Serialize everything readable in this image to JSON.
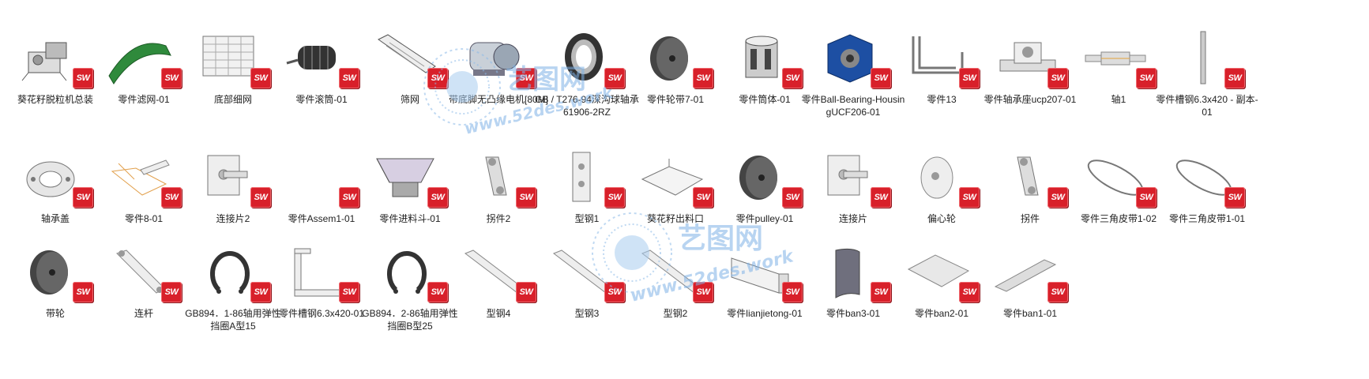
{
  "watermark": {
    "title": "艺图网",
    "url": "www.52des.work"
  },
  "badge": {
    "text": "SW",
    "color": "#d8202a"
  },
  "files": [
    {
      "label": "葵花籽脱粒机总装",
      "icon": "assembly-icon"
    },
    {
      "label": "零件滤网-01",
      "icon": "curved-mesh-icon"
    },
    {
      "label": "底部细网",
      "icon": "flat-mesh-icon"
    },
    {
      "label": "零件滚筒-01",
      "icon": "drum-icon"
    },
    {
      "label": "筛网",
      "icon": "sieve-icon"
    },
    {
      "label": "带底脚无凸缘电机[80M]",
      "icon": "motor-icon"
    },
    {
      "label": "GB / T276-94深沟球轴承61906-2RZ",
      "icon": "bearing-icon"
    },
    {
      "label": "零件轮带7-01",
      "icon": "pulley-icon"
    },
    {
      "label": "零件筒体-01",
      "icon": "cylinder-icon"
    },
    {
      "label": "零件Ball-Bearing-HousingUCF206-01",
      "icon": "bearing-housing-icon"
    },
    {
      "label": "零件13",
      "icon": "frame-icon"
    },
    {
      "label": "零件轴承座ucp207-01",
      "icon": "pillow-block-icon"
    },
    {
      "label": "轴1",
      "icon": "shaft-icon"
    },
    {
      "label": "零件槽钢6.3x420 - 副本-01",
      "icon": "channel-rod-icon"
    },
    {
      "label": "轴承盖",
      "icon": "bearing-cap-icon"
    },
    {
      "label": "零件8-01",
      "icon": "sketch-icon"
    },
    {
      "label": "连接片2",
      "icon": "bracket-plate-icon"
    },
    {
      "label": "零件Assem1-01",
      "icon": "empty-icon"
    },
    {
      "label": "零件进料斗-01",
      "icon": "hopper-icon"
    },
    {
      "label": "拐件2",
      "icon": "crank-icon"
    },
    {
      "label": "型钢1",
      "icon": "square-tube-icon"
    },
    {
      "label": "葵花籽出料口",
      "icon": "chute-icon"
    },
    {
      "label": "零件pulley-01",
      "icon": "pulley-icon"
    },
    {
      "label": "连接片",
      "icon": "bracket-plate-icon"
    },
    {
      "label": "偏心轮",
      "icon": "eccentric-wheel-icon"
    },
    {
      "label": "拐件",
      "icon": "crank-icon"
    },
    {
      "label": "零件三角皮带1-02",
      "icon": "v-belt-icon"
    },
    {
      "label": "零件三角皮带1-01",
      "icon": "v-belt-icon"
    },
    {
      "label": "带轮",
      "icon": "pulley-icon"
    },
    {
      "label": "连杆",
      "icon": "link-rod-icon"
    },
    {
      "label": "GB894．1-86轴用弹性挡圈A型15",
      "icon": "retaining-ring-icon"
    },
    {
      "label": "零件槽钢6.3x420-01",
      "icon": "channel-frame-icon"
    },
    {
      "label": "GB894．2-86轴用弹性挡圈B型25",
      "icon": "retaining-ring-icon"
    },
    {
      "label": "型钢4",
      "icon": "beam-icon"
    },
    {
      "label": "型钢3",
      "icon": "beam-icon"
    },
    {
      "label": "型钢2",
      "icon": "beam-icon"
    },
    {
      "label": "零件lianjietong-01",
      "icon": "connector-tube-icon"
    },
    {
      "label": "零件ban3-01",
      "icon": "curved-plate-icon"
    },
    {
      "label": "零件ban2-01",
      "icon": "flat-plate-icon"
    },
    {
      "label": "零件ban1-01",
      "icon": "strip-plate-icon"
    }
  ]
}
